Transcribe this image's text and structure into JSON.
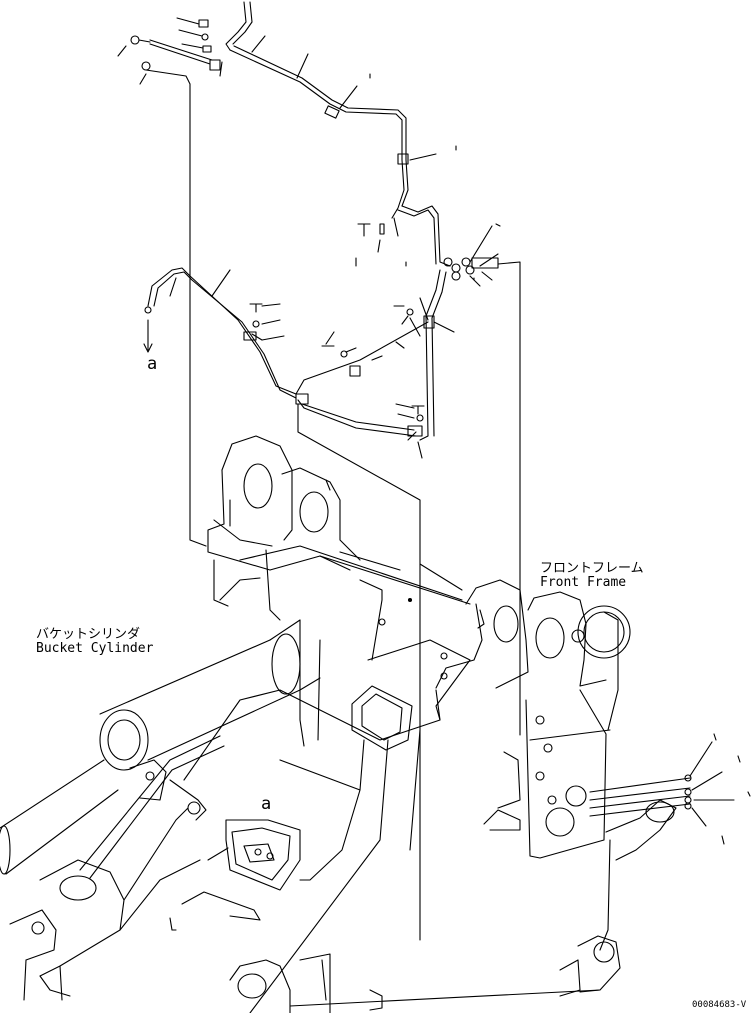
{
  "labels": {
    "front_frame_jp": "フロントフレーム",
    "front_frame_en": "Front Frame",
    "bucket_cylinder_jp": "バケットシリンダ",
    "bucket_cylinder_en": "Bucket Cylinder",
    "ref_a": "a",
    "drawing_number": "00084683-V"
  }
}
